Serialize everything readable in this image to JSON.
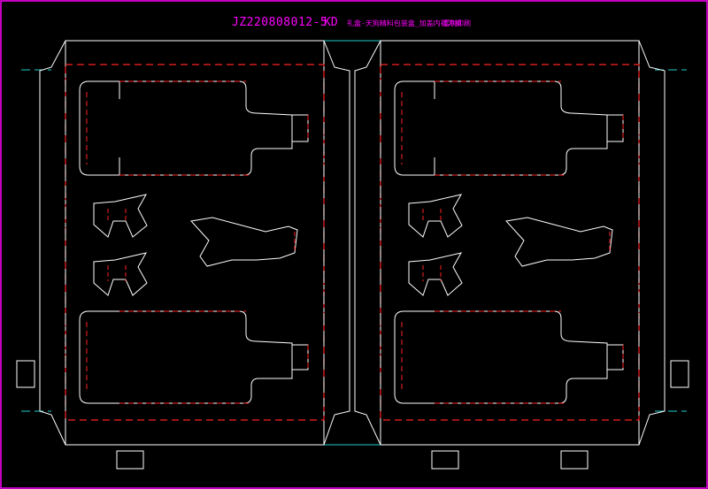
{
  "title": {
    "code": "JZ220808012-5",
    "kd": "KD",
    "desc": "礼盒-天狗精料包装盒_加盖内衬刀模",
    "extra": "嘉利印刷"
  },
  "colors": {
    "background": "#000000",
    "cut_line": "#ffffff",
    "fold_line": "#ff2222",
    "center_line": "#22cccc",
    "border": "#ff00ff",
    "title": "#ff00ff"
  }
}
